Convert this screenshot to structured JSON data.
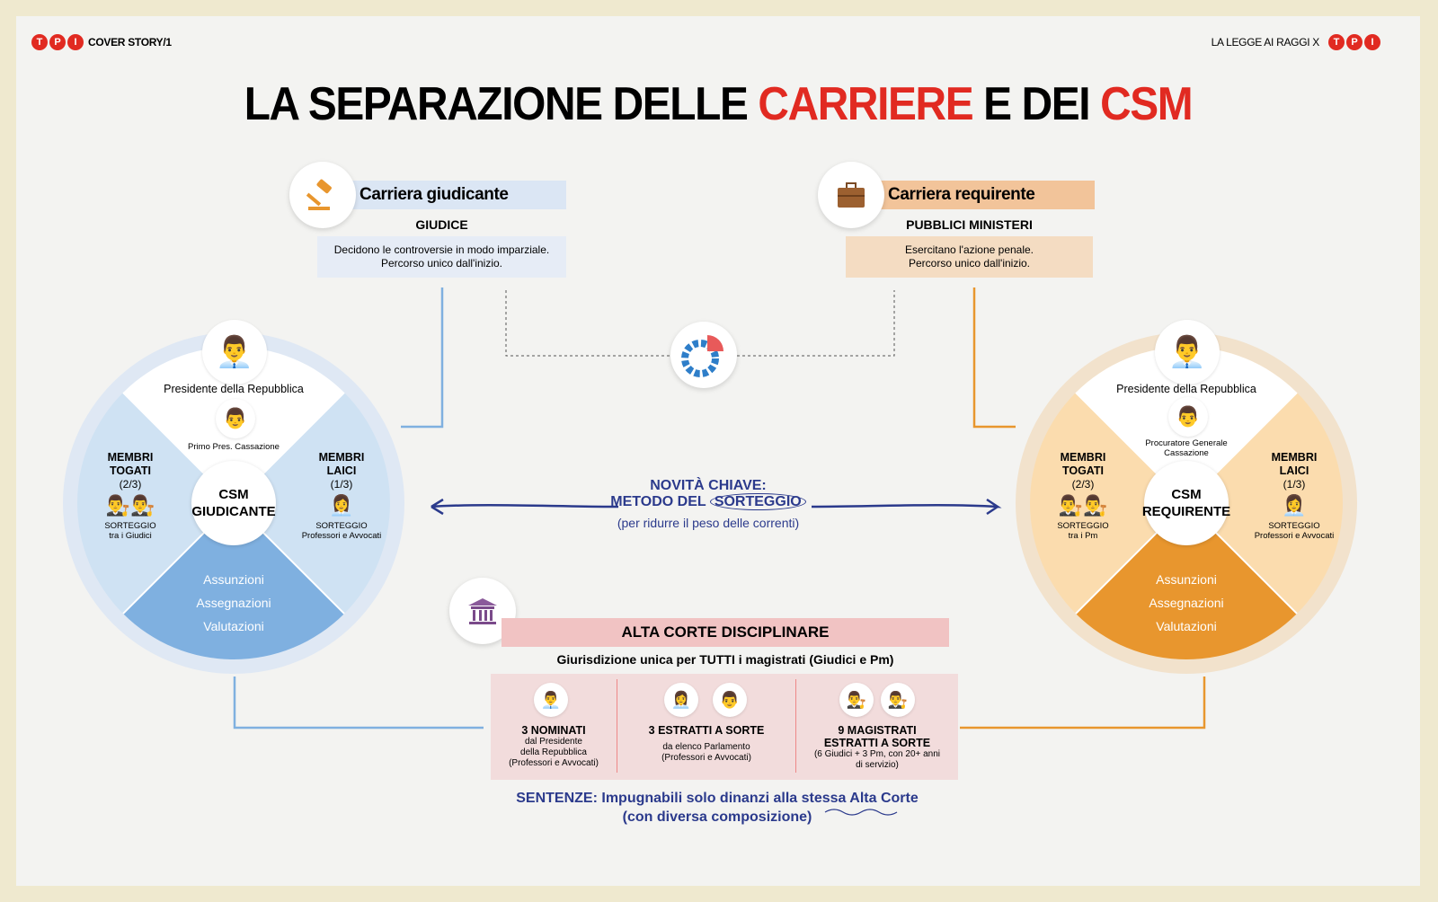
{
  "header": {
    "left_label": "COVER STORY/1",
    "right_label": "LA LEGGE AI RAGGI X",
    "logo_letters": [
      "T",
      "P",
      "I"
    ]
  },
  "title": {
    "part1": "LA SEPARAZIONE DELLE ",
    "part2": "CARRIERE",
    "part3": " E DEI ",
    "part4": "CSM"
  },
  "colors": {
    "accent_red": "#e12a21",
    "blue": "#7fb0e0",
    "orange": "#e8962e",
    "navy": "#2b3a8c"
  },
  "left_career": {
    "title": "Carriera giudicante",
    "role": "GIUDICE",
    "desc1": "Decidono le controversie in modo imparziale.",
    "desc2": "Percorso unico dall'inizio.",
    "icon": "gavel-icon"
  },
  "right_career": {
    "title": "Carriera requirente",
    "role": "PUBBLICI MINISTERI",
    "desc1": "Esercitano l'azione penale.",
    "desc2": "Percorso unico dall'inizio.",
    "icon": "briefcase-icon"
  },
  "left_csm": {
    "president": "Presidente della Repubblica",
    "second": "Primo Pres. Cassazione",
    "togati1": "MEMBRI",
    "togati2": "TOGATI",
    "togati3": "(2/3)",
    "togati_s1": "SORTEGGIO",
    "togati_s2": "tra i Giudici",
    "laici1": "MEMBRI",
    "laici2": "LAICI",
    "laici3": "(1/3)",
    "laici_s1": "SORTEGGIO",
    "laici_s2": "Professori e Avvocati",
    "center1": "CSM",
    "center2": "GIUDICANTE",
    "f1": "Assunzioni",
    "f2": "Assegnazioni",
    "f3": "Valutazioni"
  },
  "right_csm": {
    "president": "Presidente della Repubblica",
    "second1": "Procuratore Generale",
    "second2": "Cassazione",
    "togati1": "MEMBRI",
    "togati2": "TOGATI",
    "togati3": "(2/3)",
    "togati_s1": "SORTEGGIO",
    "togati_s2": "tra i Pm",
    "laici1": "MEMBRI",
    "laici2": "LAICI",
    "laici3": "(1/3)",
    "laici_s1": "SORTEGGIO",
    "laici_s2": "Professori e Avvocati",
    "center1": "CSM",
    "center2": "REQUIRENTE",
    "f1": "Assunzioni",
    "f2": "Assegnazioni",
    "f3": "Valutazioni"
  },
  "novita": {
    "line1": "NOVITÀ CHIAVE:",
    "line2a": "METODO DEL ",
    "line2b": "SORTEGGIO",
    "line3": "(per ridurre il peso delle correnti)"
  },
  "alta_corte": {
    "title": "ALTA CORTE DISCIPLINARE",
    "subtitle": "Giurisdizione unica per TUTTI i magistrati (Giudici e Pm)",
    "cols": [
      {
        "h1": "3 NOMINATI",
        "h2": "",
        "t1": "dal Presidente",
        "t2": "della Repubblica",
        "t3": "(Professori e Avvocati)"
      },
      {
        "h1": "3 ESTRATTI A SORTE",
        "h2": "",
        "t1": "da elenco Parlamento",
        "t2": "(Professori e Avvocati)",
        "t3": ""
      },
      {
        "h1": "9 MAGISTRATI",
        "h2": "ESTRATTI A SORTE",
        "t1": "(6 Giudici + 3 Pm, con 20+ anni",
        "t2": "di servizio)",
        "t3": ""
      }
    ],
    "sentenze1": "SENTENZE: Impugnabili solo dinanzi alla stessa Alta Corte",
    "sentenze2": "(con diversa composizione)"
  }
}
